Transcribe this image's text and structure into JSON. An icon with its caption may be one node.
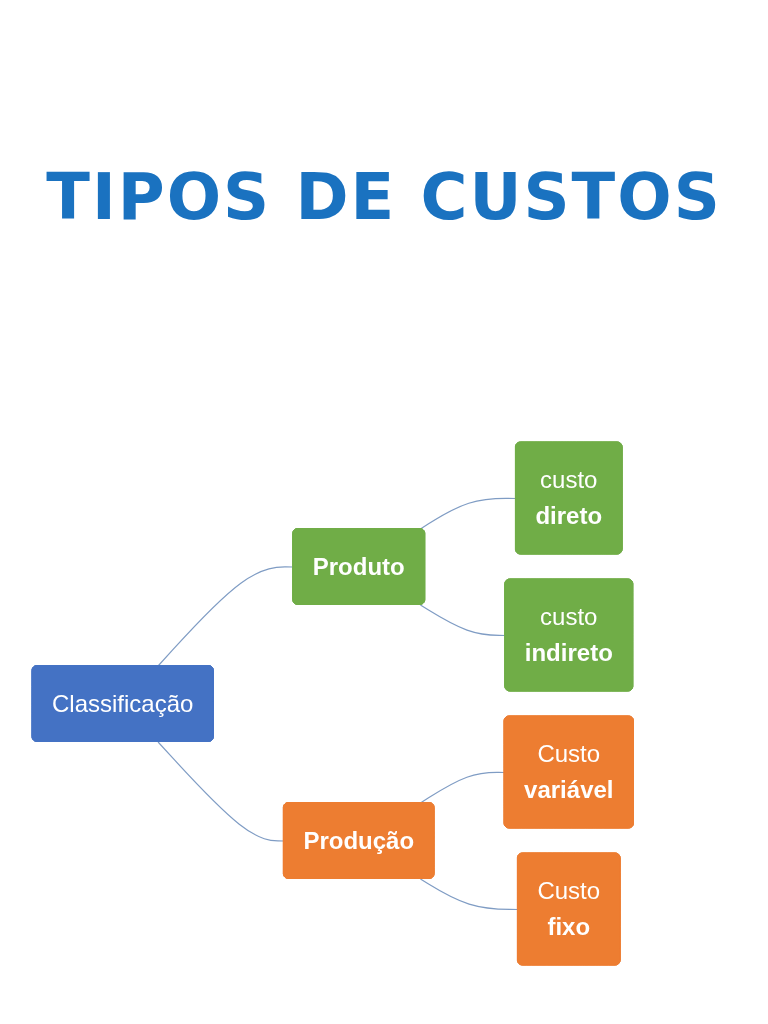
{
  "diagram": {
    "title": "TIPOS DE CUSTOS",
    "nodes": [
      {
        "text": [
          "Classificação"
        ]
      },
      {
        "text": [
          "Produto"
        ]
      },
      {
        "text": [
          "Produção"
        ]
      },
      {
        "text": [
          "custo **direto**"
        ]
      },
      {
        "text": [
          "custo **indireto**"
        ]
      },
      {
        "text": [
          "Custo **variável**"
        ]
      },
      {
        "text": [
          "Custo **fixo**"
        ]
      }
    ],
    "edges": [
      {
        "from": 0,
        "to": 1,
        "arrow": "none"
      },
      {
        "from": 0,
        "to": 2,
        "arrow": "none"
      },
      {
        "from": 1,
        "to": 3,
        "arrow": "none"
      },
      {
        "from": 1,
        "to": 4,
        "arrow": "none"
      },
      {
        "from": 2,
        "to": 5,
        "arrow": "none"
      },
      {
        "from": 2,
        "to": 6,
        "arrow": "none"
      }
    ]
  }
}
